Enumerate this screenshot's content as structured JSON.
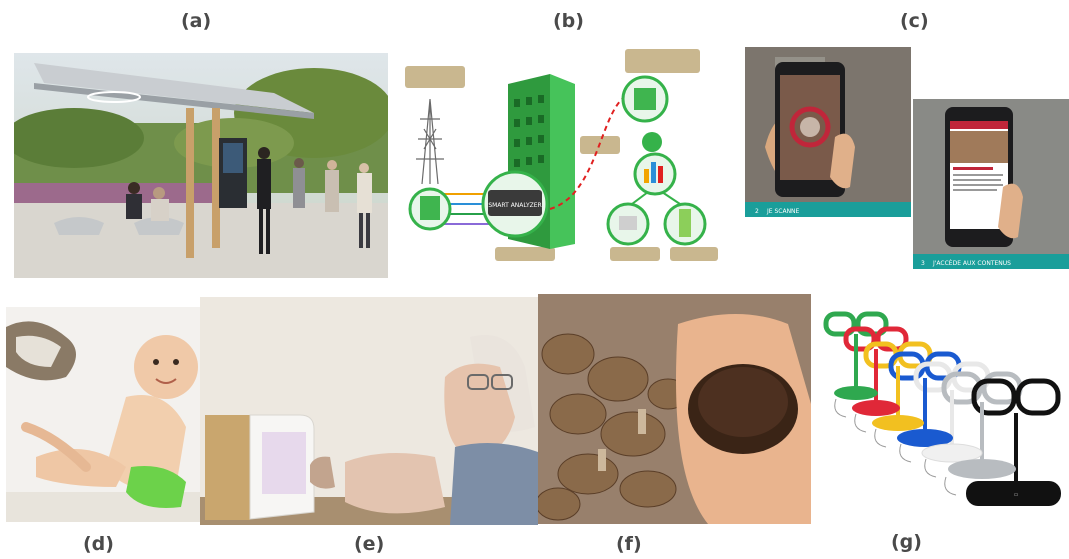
{
  "labels": {
    "a": "(a)",
    "b": "(b)",
    "c": "(c)",
    "d": "(d)",
    "e": "(e)",
    "f": "(f)",
    "g": "(g)"
  },
  "panel_b": {
    "analyzer_label": "SMART ANALYZER"
  },
  "panel_c": {
    "step2": "2",
    "step2_text": "JE SCANNE",
    "step3": "3",
    "step3_text": "J'ACCÈDE AUX CONTENUS"
  },
  "colors": {
    "label": "#4a4a4a",
    "teal_banner": "#1a9e9a",
    "green_building": "#35b24a",
    "red_dash": "#e02020"
  }
}
